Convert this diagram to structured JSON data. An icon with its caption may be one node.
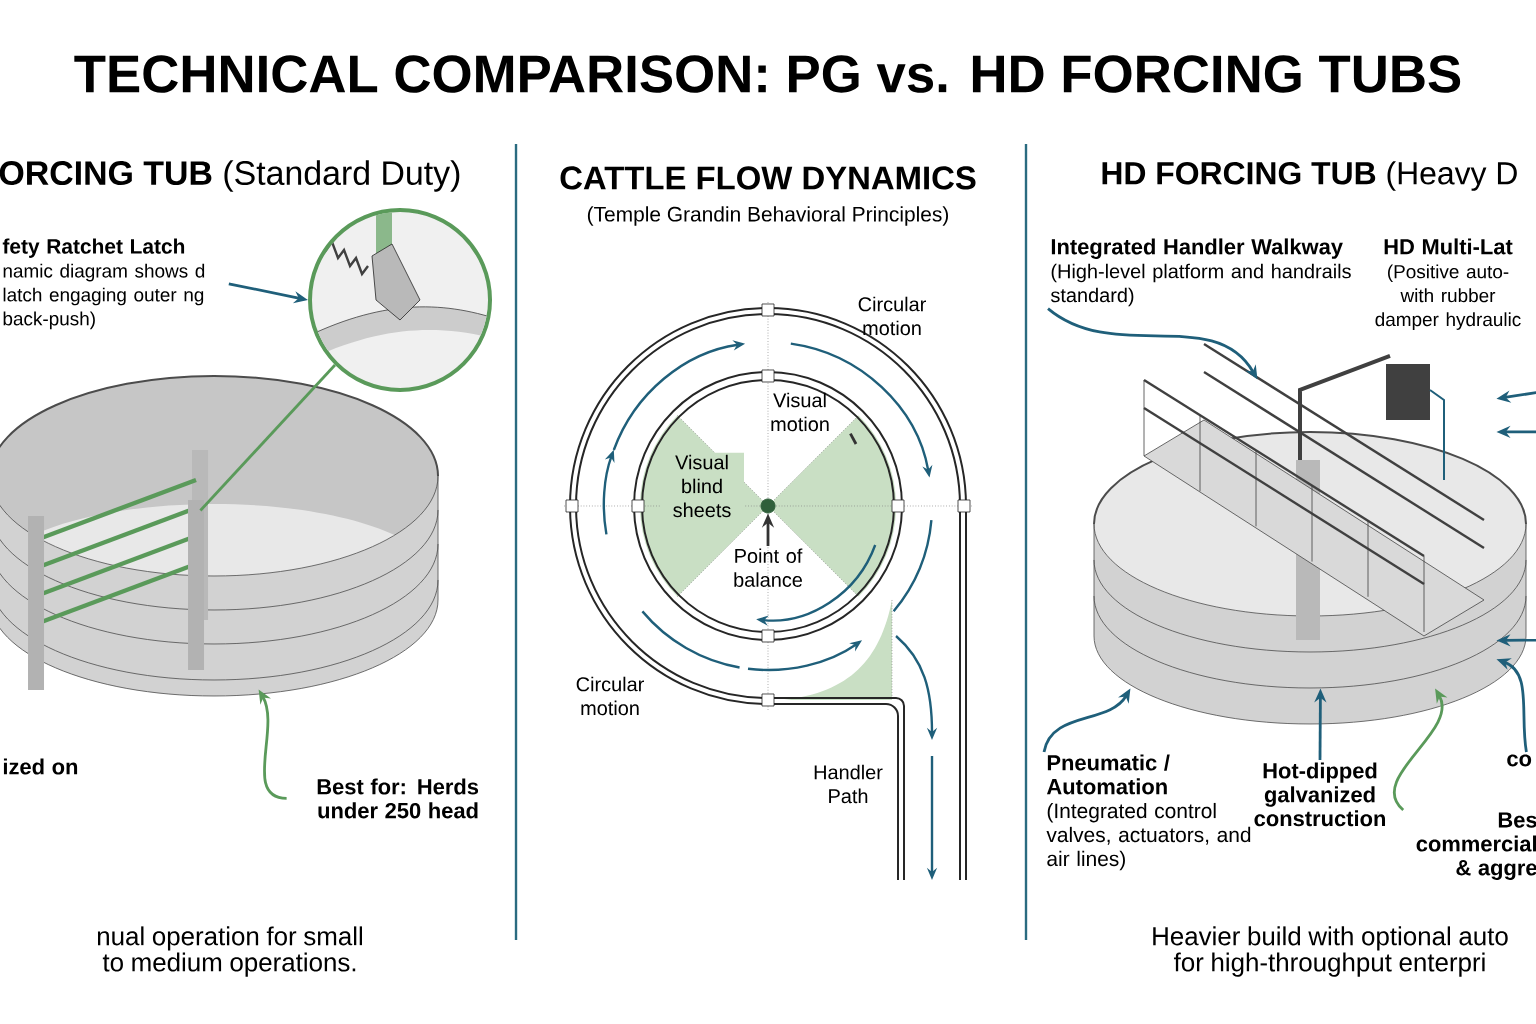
{
  "diagram": {
    "title": "TECHNICAL COMPARISON: PG vs. HD FORCING TUBS",
    "nodes": [
      {
        "text": [
          "fety Ratchet Latch",
          "namic diagram shows d latch engaging outer ng back-push)"
        ]
      },
      {
        "text": [],
        "shape": "circle"
      },
      {
        "text": [],
        "shape": "picture"
      },
      {
        "text": [],
        "shape": "picture",
        "in": 2
      },
      {
        "text": [
          "ized on"
        ]
      },
      {
        "text": [
          "Best for: Herds under 250 head"
        ]
      },
      {
        "text": [
          "Visual motion"
        ]
      },
      {
        "text": [
          "Point of balance"
        ]
      },
      {
        "text": [],
        "shape": "circle"
      },
      {
        "text": [
          "Integrated Handler Walkway",
          "(High-level platform and handrails standard)"
        ]
      },
      {
        "text": [
          "HD Multi-Lat",
          "(Positive auto- with rubber damper hydraulic"
        ]
      },
      {
        "text": [],
        "shape": "picture"
      },
      {
        "text": [
          "Pneumatic / Automation",
          "(Integrated control valves, actuators, and air lines)"
        ]
      },
      {
        "text": [
          "Hot-dipped galvanized construction"
        ]
      },
      {
        "text": [
          "co"
        ]
      },
      {
        "text": [
          "Bes commercial & aggre"
        ]
      }
    ],
    "edges": [
      {
        "from": 0,
        "to": 1,
        "arrow": "to"
      },
      {
        "from": 1,
        "to": 3,
        "arrow": "none",
        "color": "#5a9a5a"
      },
      {
        "from": 5,
        "to": 2,
        "arrow": "to",
        "color": "#5a9a5a"
      },
      {
        "from": 6,
        "to": null,
        "arrow": "none",
        "color": "#333333"
      },
      {
        "from": 7,
        "to": 8,
        "arrow": "to",
        "color": "#333333"
      },
      {
        "from": 9,
        "to": 11,
        "arrow": "to"
      },
      {
        "from": null,
        "to": 11,
        "arrow": "to"
      },
      {
        "from": null,
        "to": 11,
        "arrow": "to"
      },
      {
        "from": 12,
        "to": 11,
        "arrow": "to"
      },
      {
        "from": 13,
        "to": 11,
        "arrow": "to"
      },
      {
        "from": 14,
        "to": 11,
        "arrow": "to"
      },
      {
        "from": 15,
        "to": 11,
        "arrow": "to",
        "color": "#5a9a5a"
      },
      {
        "from": null,
        "to": 11,
        "arrow": "to"
      }
    ],
    "labels": [
      "**ORCING TUB** (Standard Duty)",
      "**HD FORCING TUB** (Heavy D",
      "CATTLE FLOW DYNAMICS",
      "(Temple Grandin Behavioral Principles)",
      "Circular motion",
      "Visual blind sheets",
      "Circular motion",
      "Handler Path",
      "nual operation for small to medium operations.",
      "Heavier build with optional auto for high-throughput enterpri"
    ]
  }
}
